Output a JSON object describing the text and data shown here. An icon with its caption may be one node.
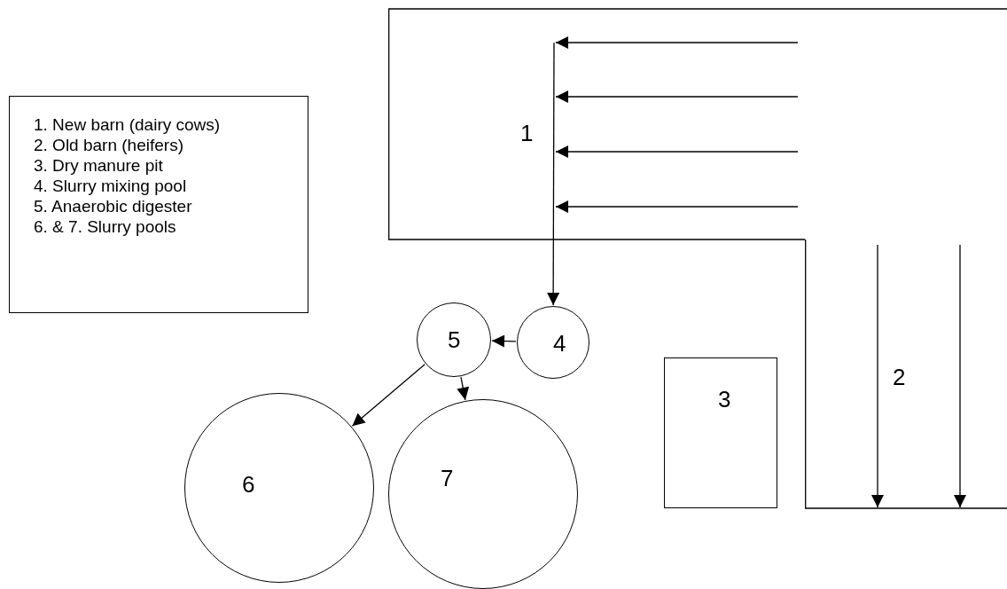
{
  "diagram": {
    "nodes": [
      {
        "text": [
          "1. New barn (dairy cows)",
          "2. Old barn (heifers)",
          "3. Dry manure pit",
          "4. Slurry mixing pool",
          "5. Anaerobic digester",
          "6. & 7. Slurry pools"
        ]
      },
      {
        "text": [
          "1"
        ]
      },
      {
        "text": [
          "2"
        ]
      },
      {
        "text": [
          "3"
        ]
      },
      {
        "text": [
          "4"
        ]
      },
      {
        "text": [
          "5"
        ]
      },
      {
        "text": [
          "6"
        ]
      },
      {
        "text": [
          "7"
        ]
      }
    ],
    "edges": [
      {
        "from": null,
        "to": 1,
        "arrow": "to"
      },
      {
        "from": null,
        "to": 1,
        "arrow": "to"
      },
      {
        "from": null,
        "to": 1,
        "arrow": "to"
      },
      {
        "from": null,
        "to": 1,
        "arrow": "to"
      },
      {
        "from": 1,
        "to": 4,
        "arrow": "to"
      },
      {
        "from": null,
        "to": 2,
        "arrow": "to"
      },
      {
        "from": null,
        "to": 2,
        "arrow": "to"
      },
      {
        "from": 4,
        "to": 5,
        "arrow": "to"
      },
      {
        "from": 5,
        "to": 6,
        "arrow": "to"
      },
      {
        "from": 5,
        "to": 7,
        "arrow": "to"
      }
    ]
  }
}
